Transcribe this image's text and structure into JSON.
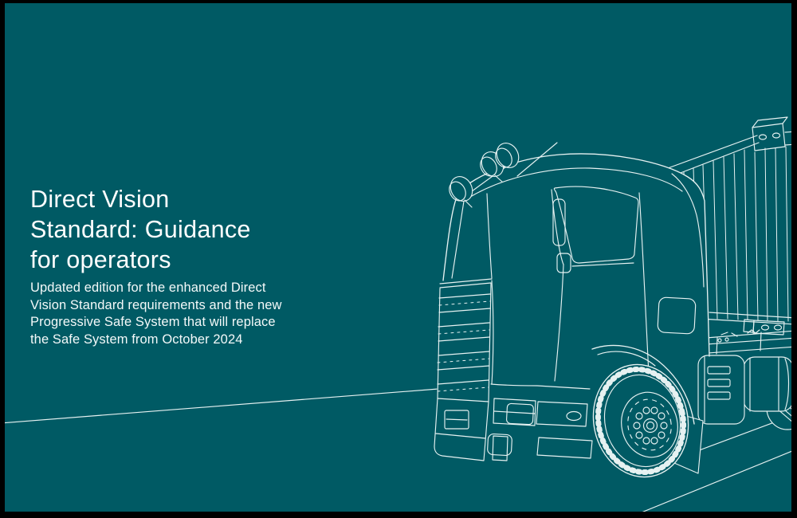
{
  "theme": {
    "background_color": "#005a64",
    "frame_color": "#000000",
    "line_color": "#e6f1f1",
    "text_color": "#ffffff"
  },
  "cover": {
    "title_lines": [
      "Direct Vision",
      "Standard: Guidance",
      "for operators"
    ],
    "subtitle_lines": [
      "Updated edition for the enhanced Direct",
      "Vision Standard requirements and the new",
      "Progressive Safe System that will replace",
      "the Safe System from October 2024"
    ],
    "illustration": "hgv-truck-with-container-line-art"
  }
}
